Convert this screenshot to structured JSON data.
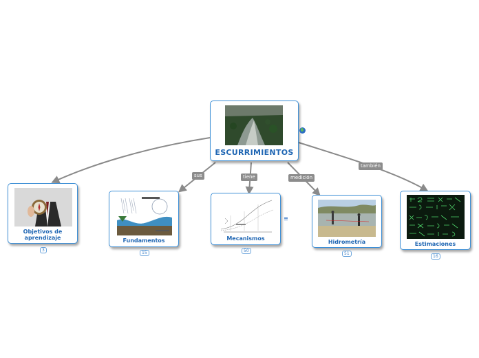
{
  "central": {
    "label": "ESCURRIMIENTOS"
  },
  "children": [
    {
      "label": "Objetivos de aprendizaje",
      "count": "3"
    },
    {
      "label": "Fundamentos",
      "count": "15"
    },
    {
      "label": "Mecanismos",
      "count": "50"
    },
    {
      "label": "Hidrometría",
      "count": "51"
    },
    {
      "label": "Estimaciones",
      "count": "16"
    }
  ],
  "edges": [
    {
      "label": "sus"
    },
    {
      "label": "tiene"
    },
    {
      "label": "medición"
    },
    {
      "label": "también"
    }
  ],
  "icons": {
    "central": "globe-icon",
    "mecanismos": "note-icon"
  },
  "colors": {
    "border": "#3d8fd6",
    "label": "#1f66b3",
    "line": "#8a8a8a",
    "edge_label_bg": "#8c8c8c"
  }
}
